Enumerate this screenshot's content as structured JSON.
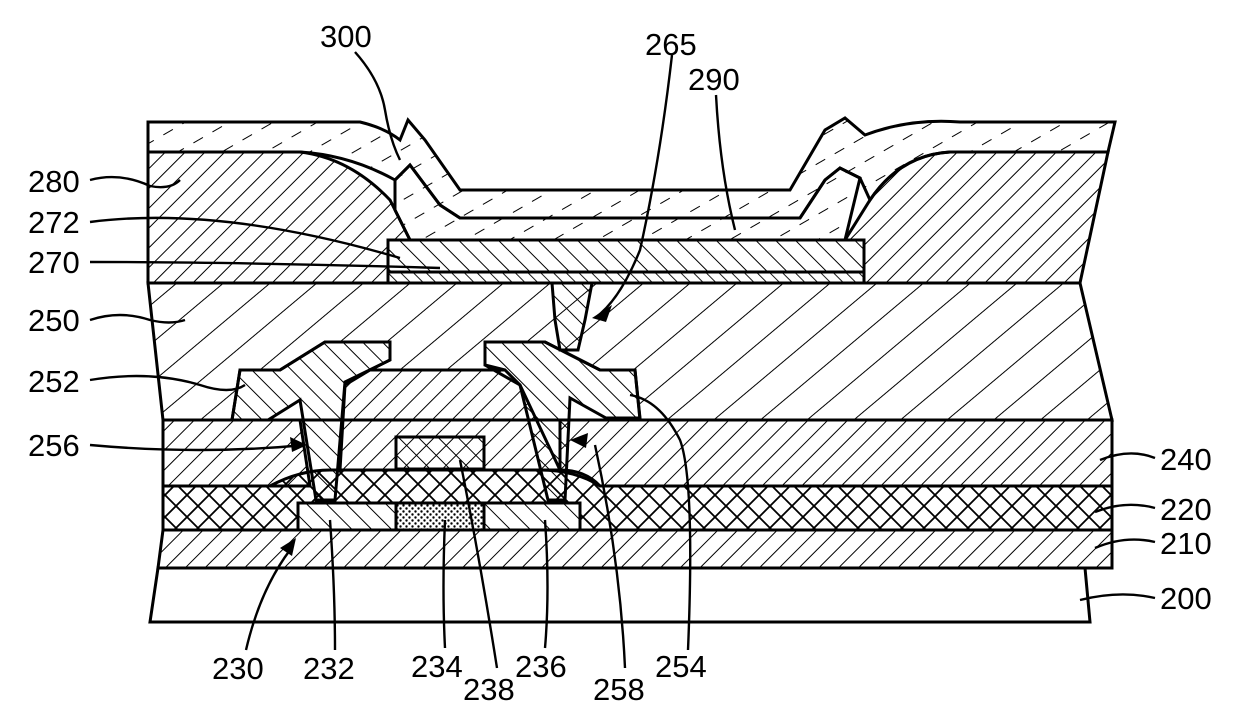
{
  "figure": {
    "labels": {
      "l300": "300",
      "l265": "265",
      "l290": "290",
      "l280": "280",
      "l272": "272",
      "l270": "270",
      "l250": "250",
      "l252": "252",
      "l256": "256",
      "l240": "240",
      "l220": "220",
      "l210": "210",
      "l200": "200",
      "l230": "230",
      "l232": "232",
      "l234": "234",
      "l238": "238",
      "l236": "236",
      "l258": "258",
      "l254": "254"
    }
  }
}
